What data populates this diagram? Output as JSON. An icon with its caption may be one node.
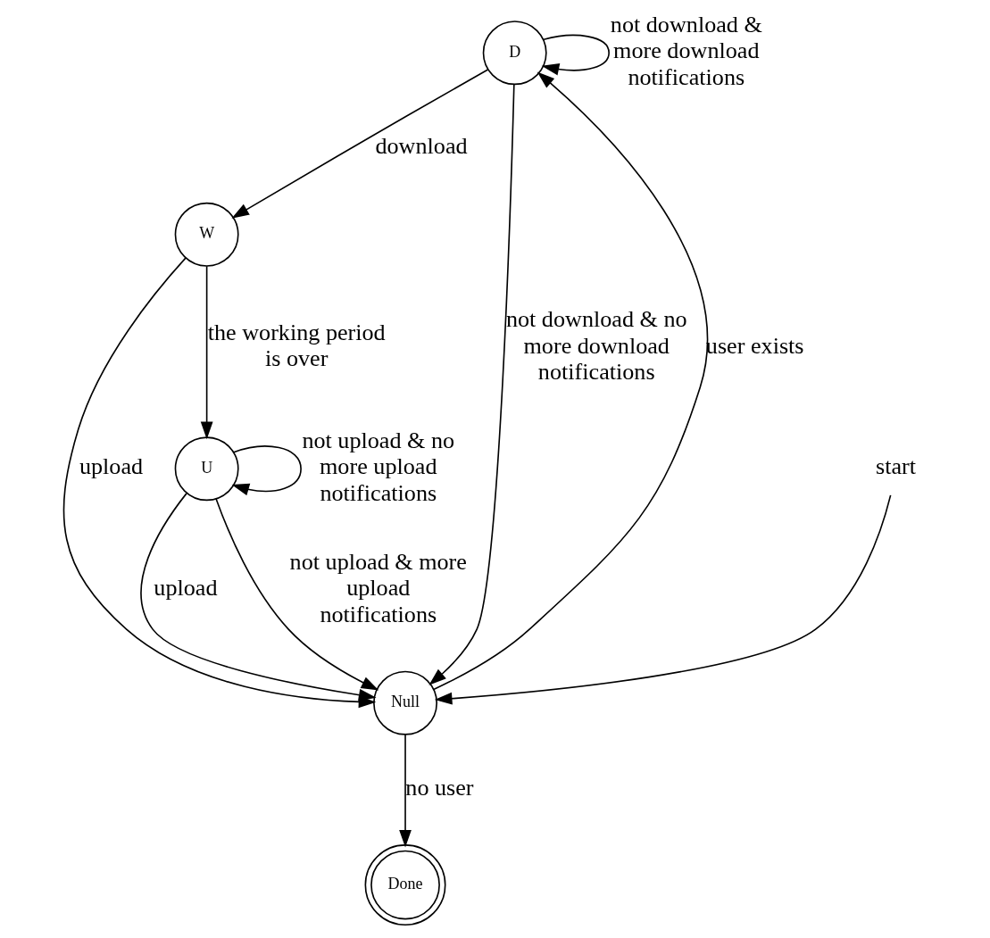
{
  "diagram": {
    "nodes": [
      {
        "text": [
          "D"
        ]
      },
      {
        "text": [
          "W"
        ]
      },
      {
        "text": [
          "Null"
        ]
      },
      {
        "text": [
          "Done"
        ]
      },
      {
        "text": [
          "U"
        ]
      },
      {
        "text": [
          "start"
        ]
      }
    ],
    "edges": [
      {
        "from": 0,
        "to": 0,
        "arrow": "to",
        "label": "not download & more download notifications"
      },
      {
        "from": 0,
        "to": 1,
        "arrow": "to",
        "label": "download"
      },
      {
        "from": 0,
        "to": 2,
        "arrow": "to",
        "label": "not download & no more download notifications"
      },
      {
        "from": 2,
        "to": 0,
        "arrow": "to",
        "label": "user exists"
      },
      {
        "from": 1,
        "to": 2,
        "arrow": "to",
        "label": "upload"
      },
      {
        "from": 2,
        "to": 3,
        "arrow": "to",
        "label": "no user"
      },
      {
        "from": 5,
        "to": 2,
        "arrow": "to"
      },
      {
        "from": 1,
        "to": 4,
        "arrow": "to",
        "label": "the working period is over"
      },
      {
        "from": 4,
        "to": 2,
        "arrow": "to",
        "label": "upload"
      },
      {
        "from": 4,
        "to": 2,
        "arrow": "to",
        "label": "not upload & more upload notifications"
      },
      {
        "from": 4,
        "to": 4,
        "arrow": "to",
        "label": "not upload & no more upload notifications"
      }
    ]
  }
}
